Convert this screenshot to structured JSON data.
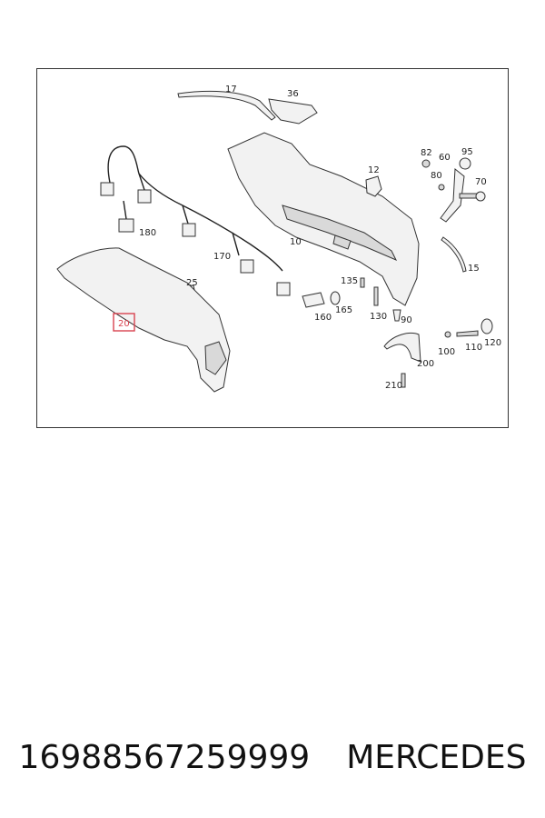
{
  "diagram": {
    "callouts": [
      {
        "id": "17",
        "text": "17"
      },
      {
        "id": "36",
        "text": "36"
      },
      {
        "id": "82",
        "text": "82"
      },
      {
        "id": "60",
        "text": "60"
      },
      {
        "id": "95",
        "text": "95"
      },
      {
        "id": "12",
        "text": "12"
      },
      {
        "id": "80",
        "text": "80"
      },
      {
        "id": "70",
        "text": "70"
      },
      {
        "id": "180",
        "text": "180"
      },
      {
        "id": "10",
        "text": "10"
      },
      {
        "id": "170",
        "text": "170"
      },
      {
        "id": "15",
        "text": "15"
      },
      {
        "id": "25",
        "text": "25"
      },
      {
        "id": "135",
        "text": "135"
      },
      {
        "id": "165",
        "text": "165"
      },
      {
        "id": "160",
        "text": "160"
      },
      {
        "id": "130",
        "text": "130"
      },
      {
        "id": "90",
        "text": "90"
      },
      {
        "id": "20",
        "text": "20",
        "highlighted": true
      },
      {
        "id": "100",
        "text": "100"
      },
      {
        "id": "110",
        "text": "110"
      },
      {
        "id": "120",
        "text": "120"
      },
      {
        "id": "200",
        "text": "200"
      },
      {
        "id": "210",
        "text": "210"
      }
    ],
    "highlight_color": "#d9434f"
  },
  "caption": {
    "part_number": "16988567259999",
    "brand": "MERCEDES"
  }
}
